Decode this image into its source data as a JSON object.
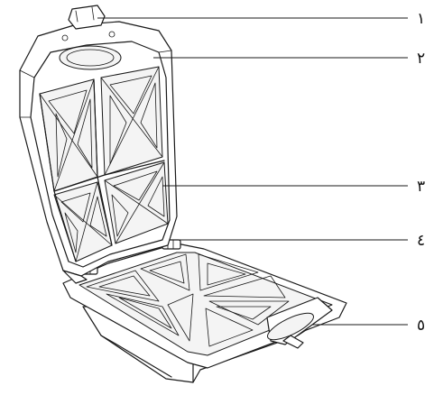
{
  "callouts": [
    {
      "label": "١",
      "part": "lid-latch"
    },
    {
      "label": "٢",
      "part": "upper-housing"
    },
    {
      "label": "٣",
      "part": "upper-plates"
    },
    {
      "label": "٤",
      "part": "hinge"
    },
    {
      "label": "٥",
      "part": "base-handle"
    }
  ],
  "colors": {
    "line": "#1a1a1a",
    "background": "#ffffff"
  }
}
